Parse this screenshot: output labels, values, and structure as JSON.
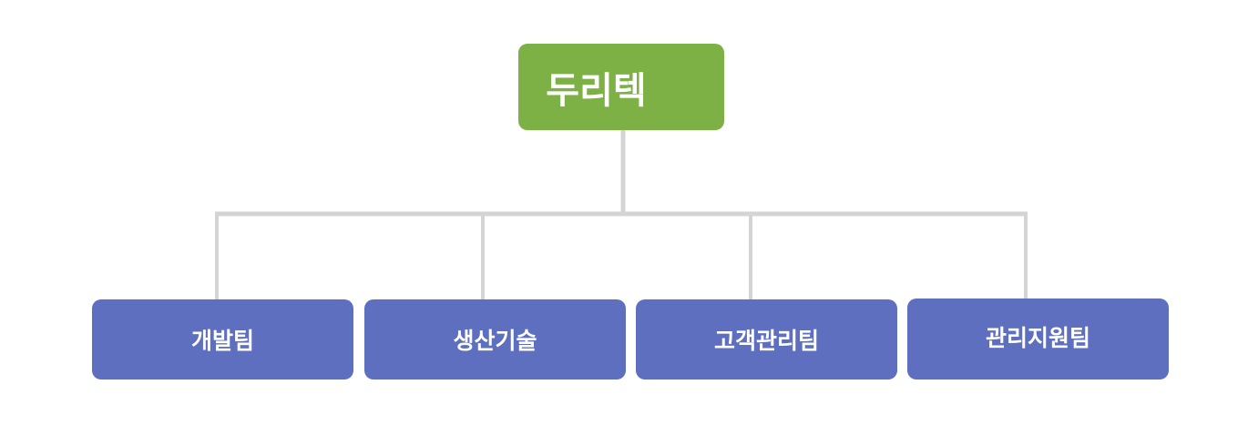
{
  "org_chart": {
    "root": {
      "label": "두리텍",
      "color": "#7db146"
    },
    "children": [
      {
        "label": "개발팀"
      },
      {
        "label": "생산기술"
      },
      {
        "label": "고객관리팀"
      },
      {
        "label": "관리지원팀"
      }
    ],
    "child_color": "#5e6fbf",
    "connector_color": "#d4d4d4"
  }
}
